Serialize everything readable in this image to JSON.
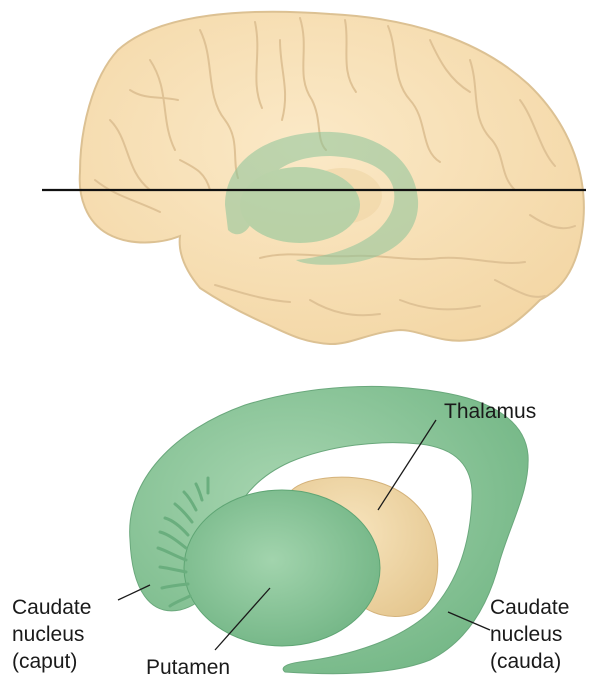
{
  "labels": {
    "thalamus": "Thalamus",
    "putamen": "Putamen",
    "caudate_caput": [
      "Caudate",
      "nucleus",
      "(caput)"
    ],
    "caudate_cauda": [
      "Caudate",
      "nucleus",
      "(cauda)"
    ]
  },
  "colors": {
    "brain_fill": "#f7dfb4",
    "brain_outline": "#d9bf8f",
    "caudate_green": "#8fc79d",
    "putamen_green": "#86c497",
    "thalamus_tan": "#efd5a4",
    "section_line": "#111111"
  }
}
